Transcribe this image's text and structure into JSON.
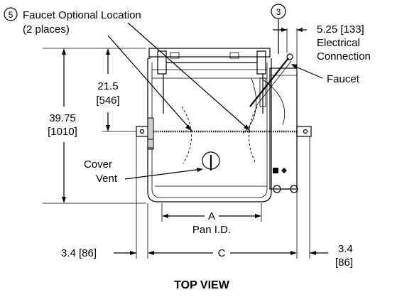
{
  "labels": {
    "faucet_optional_line1": "Faucet Optional Location",
    "faucet_optional_line2": "(2 places)",
    "callout_5": "5",
    "callout_3": "3",
    "electrical_line1": "5.25 [133]",
    "electrical_line2": "Electrical",
    "electrical_line3": "Connection",
    "faucet": "Faucet",
    "dim_21_5": "21.5",
    "dim_546": "[546]",
    "dim_39_75": "39.75",
    "dim_1010": "[1010]",
    "cover": "Cover",
    "vent": "Vent",
    "dim_a": "A",
    "pan_id": "Pan I.D.",
    "dim_c": "C",
    "dim_3_4_left": "3.4 [86]",
    "dim_3_4_right_line1": "3.4",
    "dim_3_4_right_line2": "[86]",
    "view_title": "TOP VIEW"
  }
}
